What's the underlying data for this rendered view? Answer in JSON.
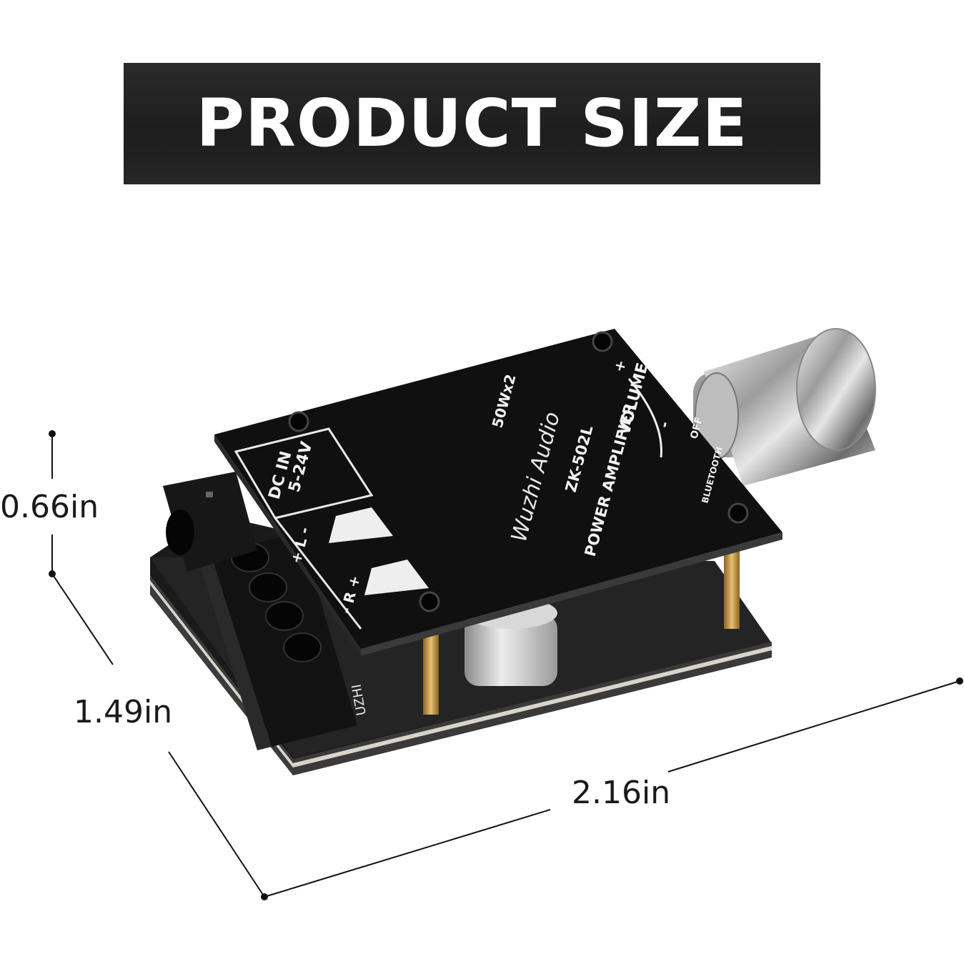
{
  "banner": {
    "title": "PRODUCT SIZE"
  },
  "dimensions": {
    "height": "0.66in",
    "width": "1.49in",
    "length": "2.16in"
  },
  "board": {
    "power_in": "DC IN",
    "voltage": "5-24V",
    "brand": "Wuzhi Audio",
    "rating": "50Wx2",
    "product": "POWER AMPLIFIER",
    "model": "ZK-502L",
    "volume": "VOLUME",
    "plus": "+",
    "minus": "-",
    "off": "OFF",
    "bluetooth": "BLUETOOTH",
    "left_channel": "+ L -",
    "right_channel": "- R +",
    "lower_brand": "UZHI"
  },
  "colors": {
    "banner": "#222222",
    "pcb": "#151515",
    "silkscreen": "#f2f2f2",
    "pins": "#c99a3a"
  }
}
